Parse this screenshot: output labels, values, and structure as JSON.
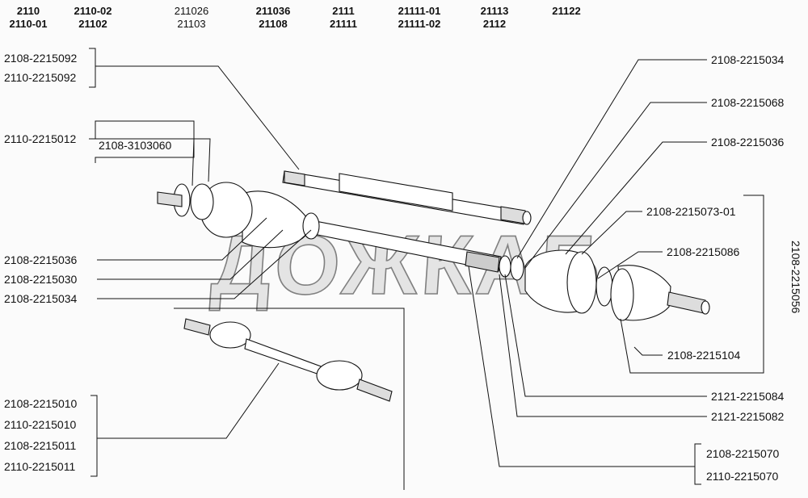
{
  "header": {
    "models": [
      {
        "top": "2110",
        "bottom": "2110-01"
      },
      {
        "top": "2110-02",
        "bottom": "21102"
      },
      {
        "top": "211026",
        "bottom": "21103"
      },
      {
        "top": "211036",
        "bottom": "21108"
      },
      {
        "top": "2111",
        "bottom": "21111"
      },
      {
        "top": "21111-01",
        "bottom": "21111-02"
      },
      {
        "top": "21113",
        "bottom": "2112"
      },
      {
        "top": "21122",
        "bottom": ""
      }
    ]
  },
  "left_labels": {
    "shaft_a": "2108-2215092",
    "shaft_b": "2110-2215092",
    "outer_joint": "2110-2215012",
    "outer_joint_sub": "2108-3103060",
    "boot": "2108-2215036",
    "clamp": "2108-2215030",
    "clamp_small": "2108-2215034",
    "assy": [
      "2108-2215010",
      "2110-2215010",
      "2108-2215011",
      "2110-2215011"
    ]
  },
  "right_labels": {
    "clamp_small": "2108-2215034",
    "ring": "2108-2215068",
    "boot": "2108-2215036",
    "clamp_big": "2108-2215073-01",
    "circlip": "2108-2215086",
    "housing": "2108-2215104",
    "inner_joint_group": "2108-2215056",
    "spacer": "2121-2215084",
    "retainer": "2121-2215082",
    "hub_a": "2108-2215070",
    "hub_b": "2110-2215070"
  },
  "watermark": "ДОЖКАБ"
}
